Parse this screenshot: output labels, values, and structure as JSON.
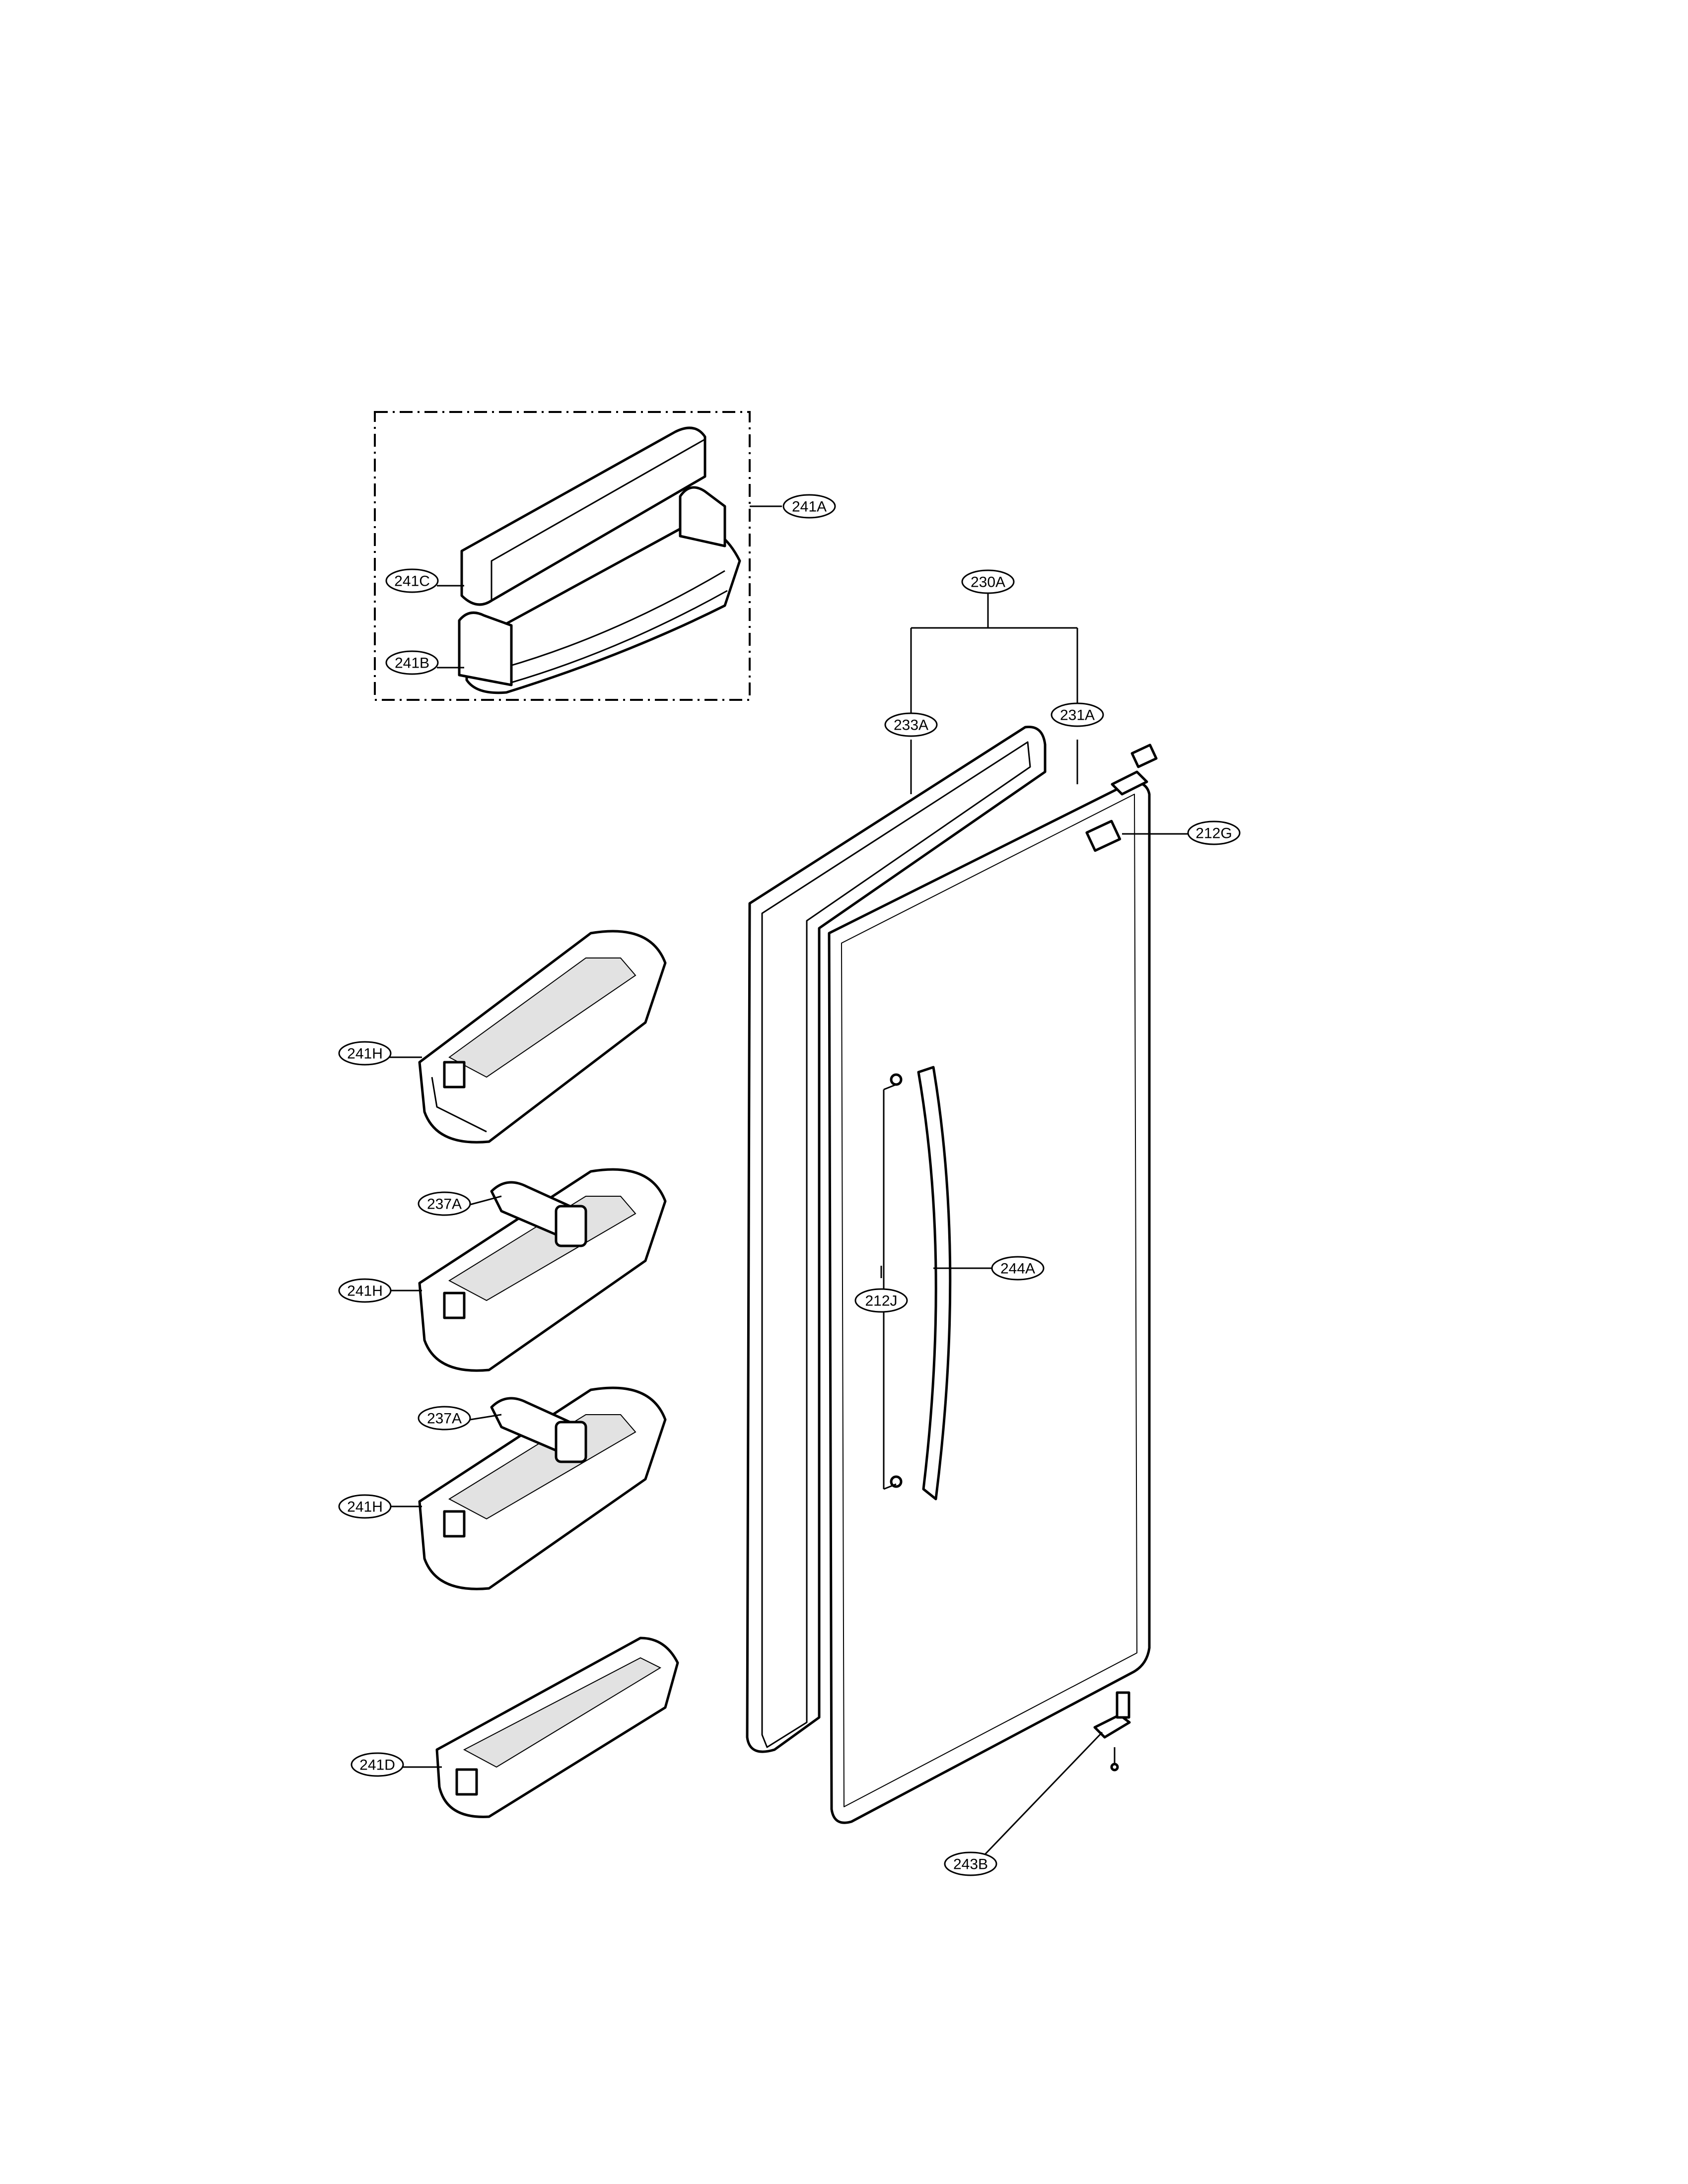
{
  "parts": {
    "p241A": "241A",
    "p241C": "241C",
    "p241B": "241B",
    "p230A": "230A",
    "p233A": "233A",
    "p231A": "231A",
    "p212G": "212G",
    "p241H_1": "241H",
    "p237A_1": "237A",
    "p241H_2": "241H",
    "p237A_2": "237A",
    "p241H_3": "241H",
    "p241D": "241D",
    "p212J": "212J",
    "p244A": "244A",
    "p243B": "243B"
  }
}
